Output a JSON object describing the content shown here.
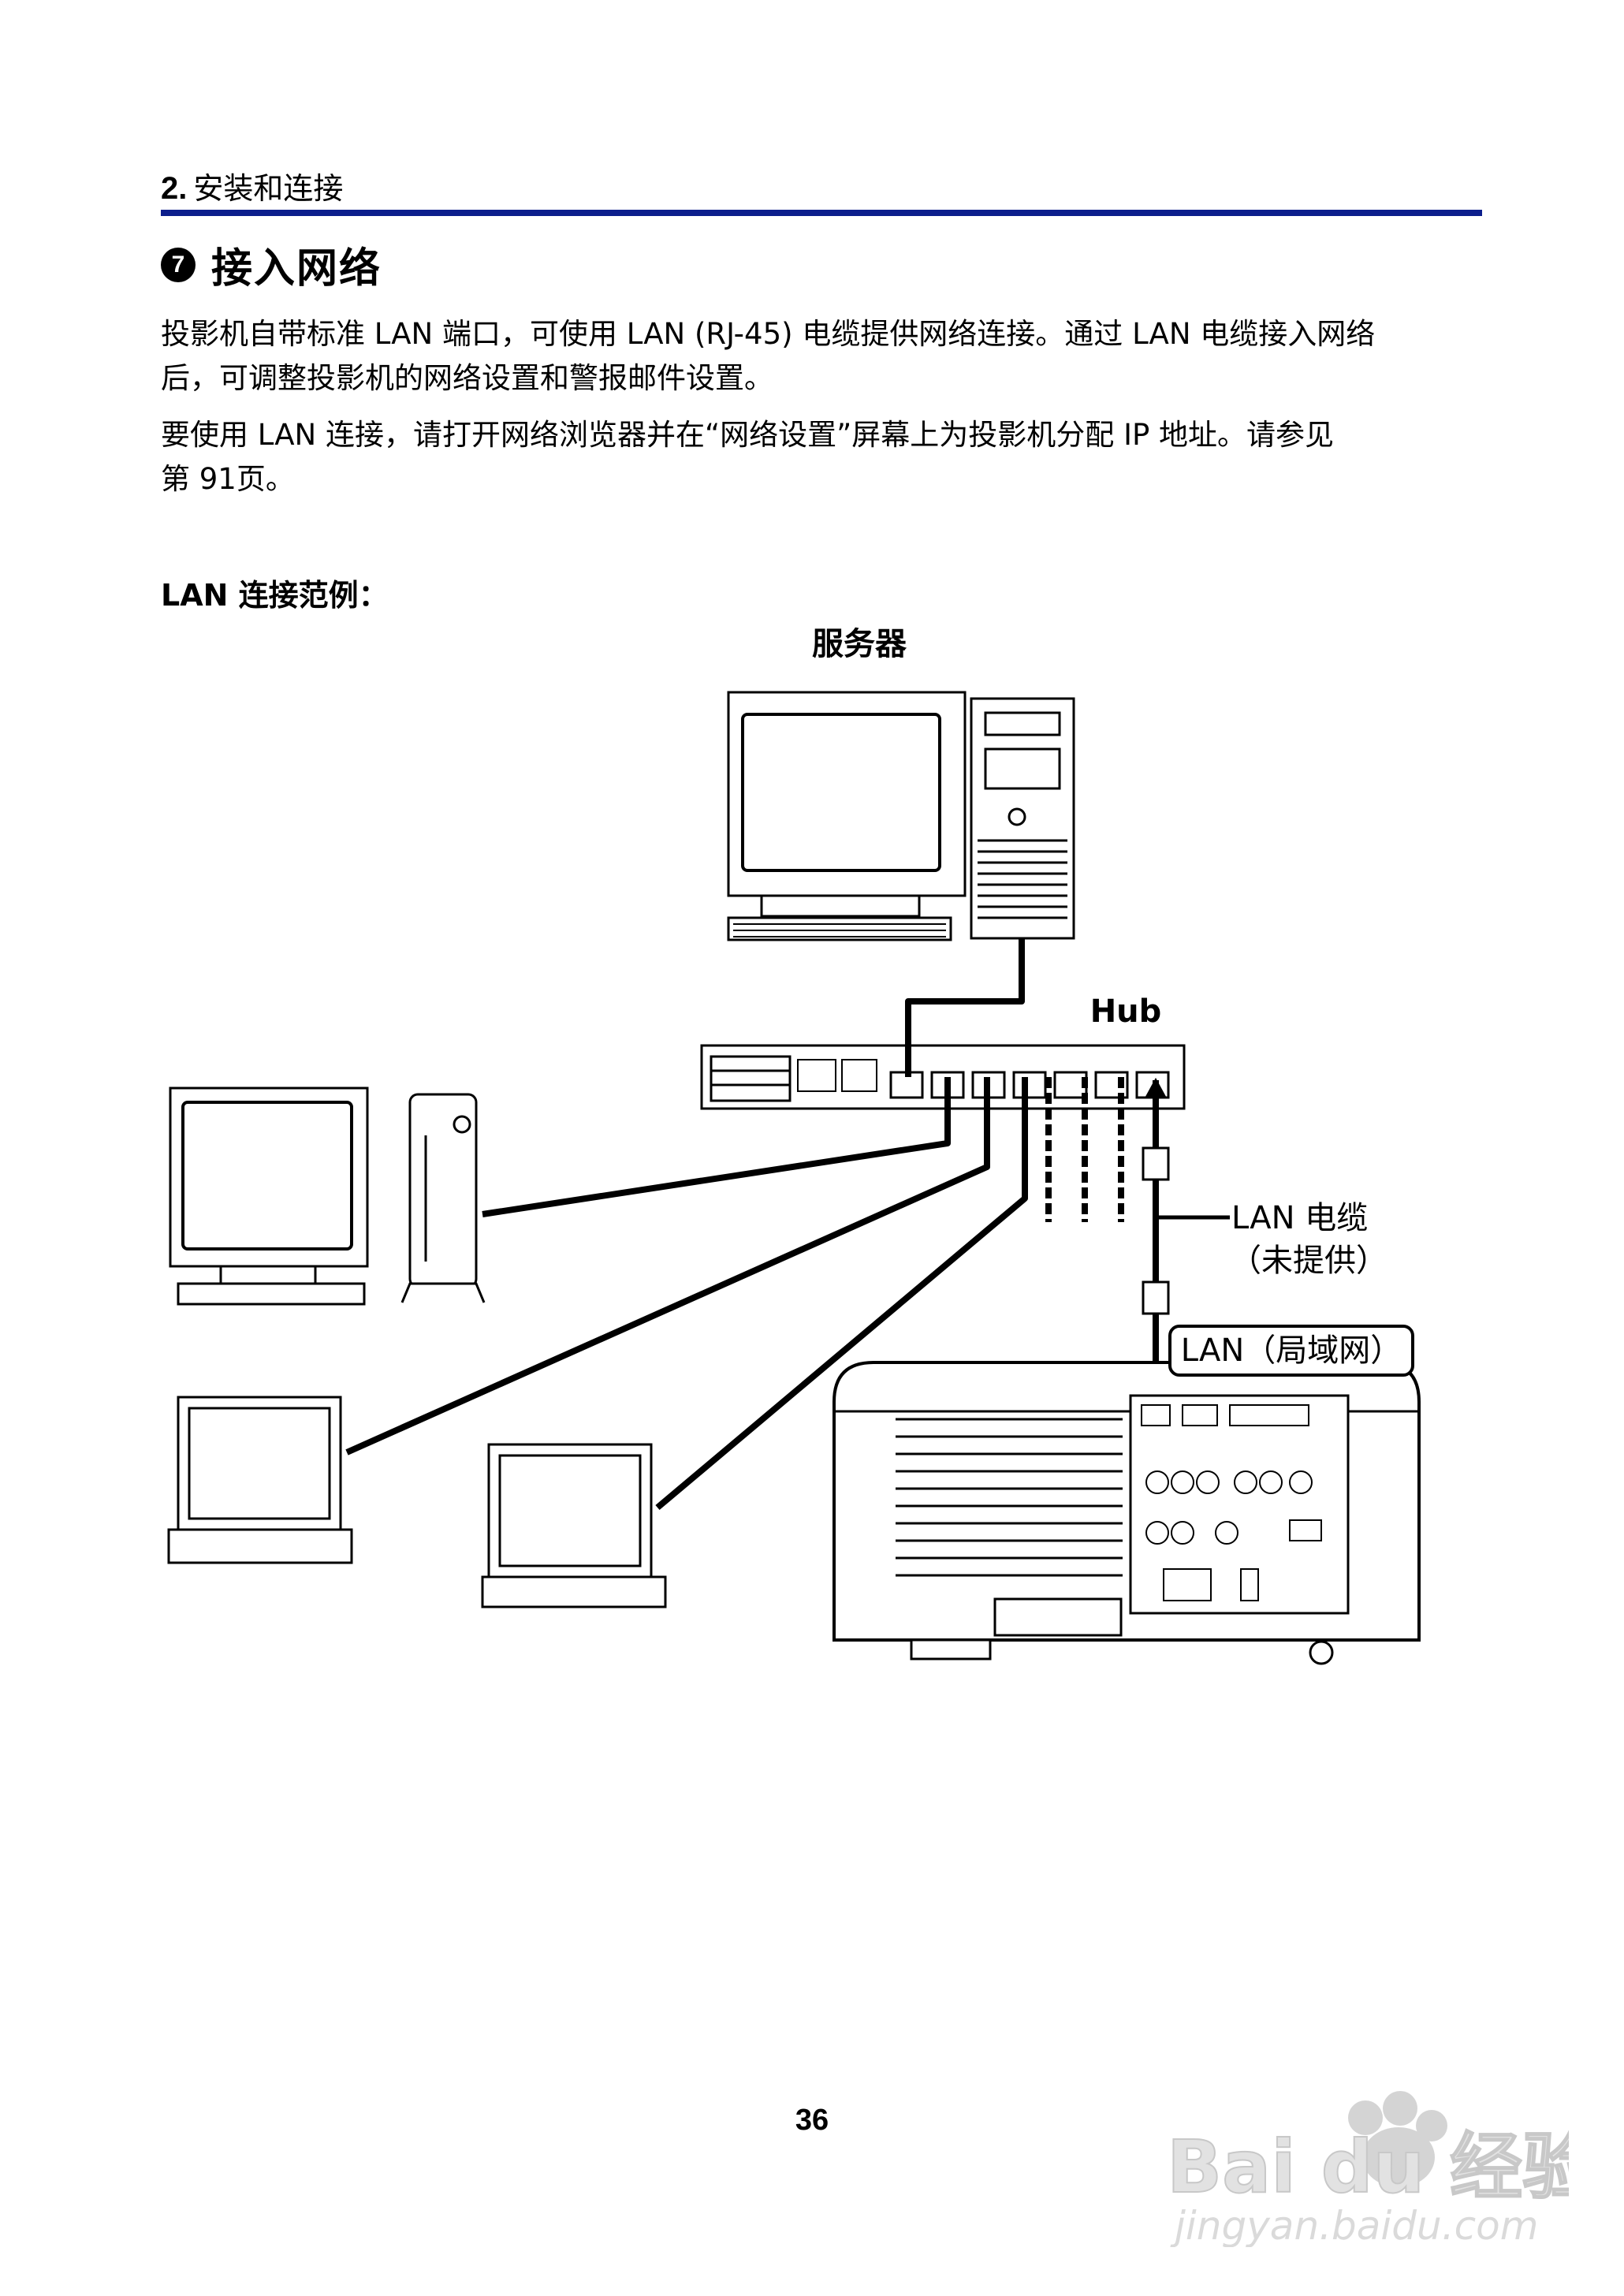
{
  "header": {
    "section_number": "2.",
    "section_title": "安装和连接"
  },
  "title": {
    "marker": "7",
    "text": "接入网络"
  },
  "paragraphs": [
    {
      "line1": "投影机自带标准 LAN 端口，可使用 LAN (RJ-45) 电缆提供网络连接。通过 LAN 电缆接入网络",
      "line2": "后，可调整投影机的网络设置和警报邮件设置。"
    },
    {
      "line1": "要使用 LAN 连接，请打开网络浏览器并在“网络设置”屏幕上为投影机分配 IP 地址。请参见",
      "line2": "第 91页。"
    }
  ],
  "example_label": "LAN 连接范例：",
  "diagram": {
    "server_label": "服务器",
    "hub_label": "Hub",
    "cable_label_line1": "LAN 电缆",
    "cable_label_line2": "（未提供）",
    "lan_port_label": "LAN（局域网）"
  },
  "page_number": "36",
  "watermark": {
    "brand": "Bai du 经验",
    "url": "jingyan.baidu.com"
  },
  "colors": {
    "header_rule": "#0c1e8c"
  }
}
